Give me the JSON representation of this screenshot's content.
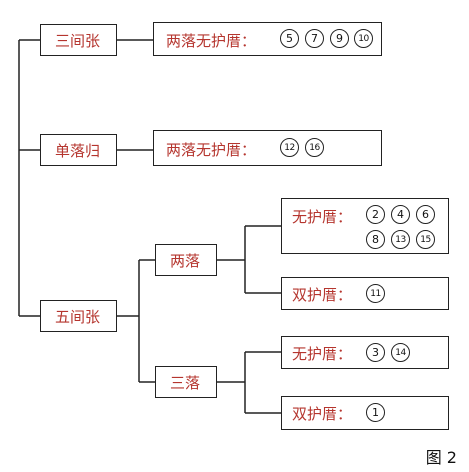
{
  "root": {
    "sanjianzhang": {
      "label": "三间张",
      "leaf": {
        "label": "两落无护厝：",
        "nums": [
          "5",
          "7",
          "9",
          "10"
        ]
      }
    },
    "danluogui": {
      "label": "单落归",
      "leaf": {
        "label": "两落无护厝：",
        "nums": [
          "12",
          "16"
        ]
      }
    },
    "wujianzhang": {
      "label": "五间张",
      "lianglu": {
        "label": "两落",
        "wu": {
          "label": "无护厝：",
          "nums_row1": [
            "2",
            "4",
            "6"
          ],
          "nums_row2": [
            "8",
            "13",
            "15"
          ]
        },
        "shuang": {
          "label": "双护厝：",
          "nums": [
            "11"
          ]
        }
      },
      "sanluo": {
        "label": "三落",
        "wu": {
          "label": "无护厝：",
          "nums": [
            "3",
            "14"
          ]
        },
        "shuang": {
          "label": "双护厝：",
          "nums": [
            "1"
          ]
        }
      }
    }
  },
  "caption": "图 2"
}
